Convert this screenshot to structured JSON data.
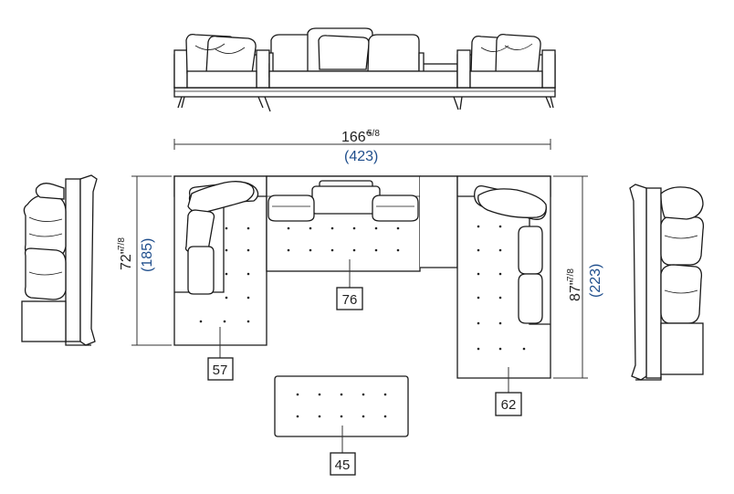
{
  "dimensions": {
    "width_in": "166\"",
    "width_in_frac": "5/8",
    "width_cm": "(423)",
    "depth_left_in": "72\"",
    "depth_left_in_frac": "7/8",
    "depth_left_cm": "(185)",
    "depth_right_in": "87\"",
    "depth_right_in_frac": "7/8",
    "depth_right_cm": "(223)"
  },
  "modules": {
    "left_corner": "57",
    "center_sofa": "76",
    "right_chaise": "62",
    "ottoman": "45"
  },
  "colors": {
    "line": "#1a1a1a",
    "metric": "#1f4e8c"
  }
}
